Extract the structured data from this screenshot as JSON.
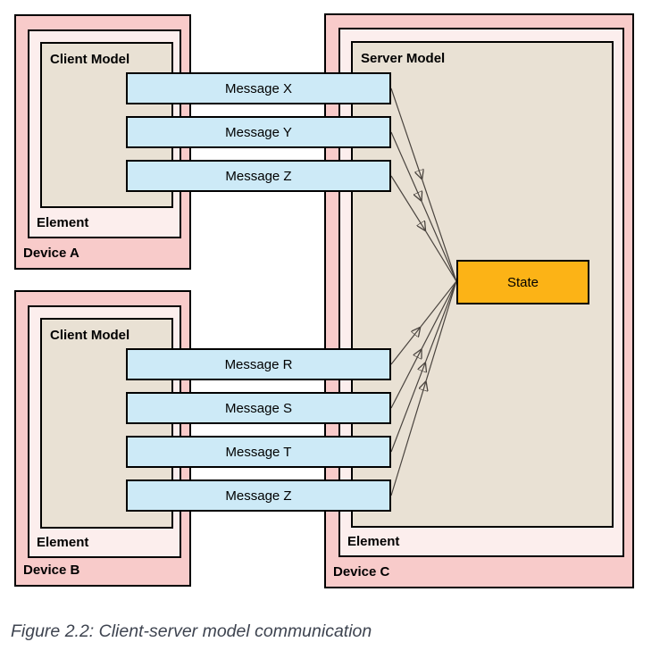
{
  "devices": [
    {
      "label": "Device A",
      "element_label": "Element",
      "model_label": "Client Model"
    },
    {
      "label": "Device B",
      "element_label": "Element",
      "model_label": "Client Model"
    },
    {
      "label": "Device C",
      "element_label": "Element",
      "model_label": "Server Model"
    }
  ],
  "messages": [
    {
      "label": "Message X"
    },
    {
      "label": "Message Y"
    },
    {
      "label": "Message Z"
    },
    {
      "label": "Message R"
    },
    {
      "label": "Message S"
    },
    {
      "label": "Message T"
    },
    {
      "label": "Message Z"
    }
  ],
  "state": {
    "label": "State"
  },
  "connections": [
    {
      "from": "Message X",
      "to": "State"
    },
    {
      "from": "Message Y",
      "to": "State"
    },
    {
      "from": "Message Z",
      "to": "State"
    },
    {
      "from": "Message R",
      "to": "State"
    },
    {
      "from": "Message S",
      "to": "State"
    },
    {
      "from": "Message T",
      "to": "State"
    },
    {
      "from": "Message Z",
      "to": "State"
    }
  ],
  "caption": "Figure 2.2: Client-server model communication",
  "colors": {
    "device_fill": "#f8cbca",
    "element_fill": "#fceeed",
    "model_fill": "#e9e1d4",
    "message_fill": "#cdeaf7",
    "state_fill": "#fcb316",
    "border": "#000000",
    "line_color": "#4a443f",
    "caption_color": "#3e4450"
  }
}
